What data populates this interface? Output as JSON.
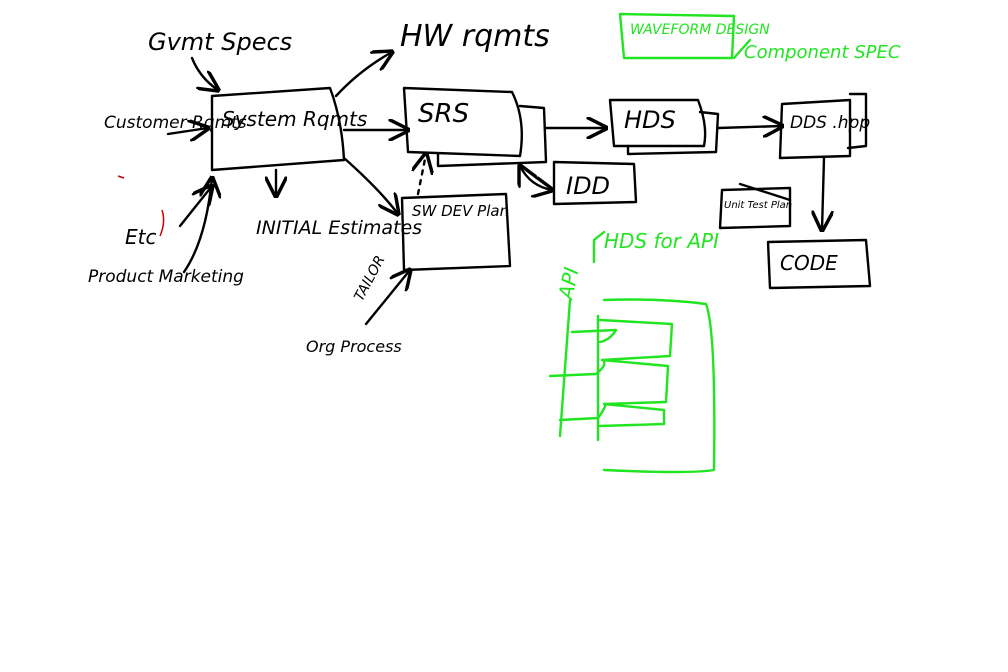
{
  "colors": {
    "ink": "#000000",
    "accent": "#22e522",
    "mark": "#cc0000",
    "background": "#ffffff"
  },
  "labels": {
    "govt_specs": "Gvmt Specs",
    "customer_rqmts": "Customer Rqmts",
    "etc": "Etc",
    "product_marketing": "Product Marketing",
    "system_rqmts": "System Rqmts",
    "hw_rqmts": "HW rqmts",
    "initial_estimates": "INITIAL Estimates",
    "srs": "SRS",
    "sw_dev_plan": "SW DEV Plan",
    "tailor": "TAILOR",
    "org_process": "Org Process",
    "hds": "HDS",
    "idd": "IDD",
    "dds": "DDS .hpp",
    "unit_test_plan": "Unit Test Plan",
    "code": "CODE",
    "waveform_design": "WAVEFORM DESIGN",
    "component_spec": "Component SPEC",
    "api": "API",
    "hds_for_api": "HDS for API"
  }
}
